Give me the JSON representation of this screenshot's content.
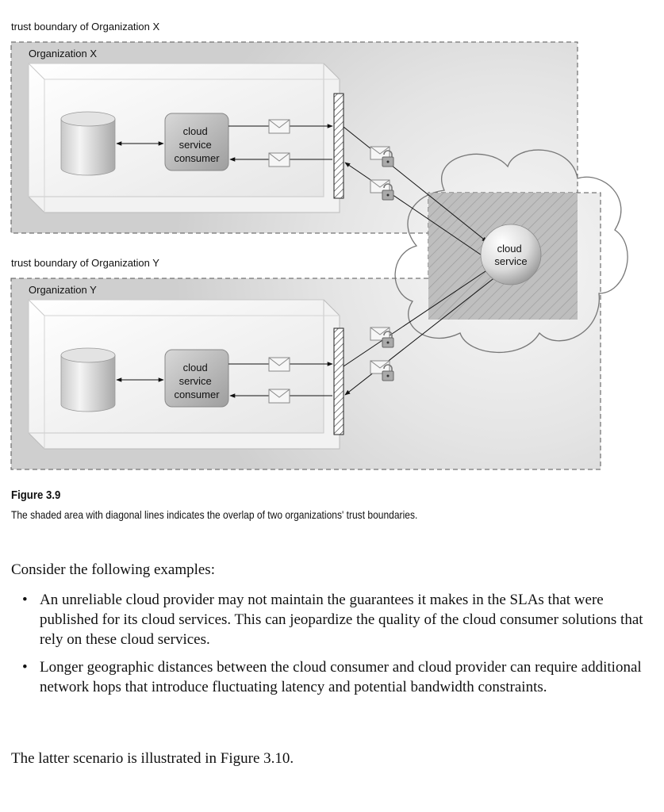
{
  "diagram": {
    "trust_x_label": "trust boundary of Organization X",
    "org_x_label": "Organization X",
    "trust_y_label": "trust boundary of Organization Y",
    "org_y_label": "Organization Y",
    "consumer_line1": "cloud",
    "consumer_line2": "service",
    "consumer_line3": "consumer",
    "service_line1": "cloud",
    "service_line2": "service"
  },
  "figure": {
    "title": "Figure 3.9",
    "caption": "The shaded area with diagonal lines indicates the overlap of two organizations' trust boundaries."
  },
  "body": {
    "intro": "Consider the following examples:",
    "bullets": [
      "An unreliable cloud provider may not maintain the guarantees it makes in the SLAs that were published for its cloud services. This can jeopardize the quality of the cloud consumer solutions that rely on these cloud services.",
      "Longer geographic distances between the cloud consumer and cloud provider can require additional network hops that introduce fluctuating latency and potential bandwidth constraints."
    ],
    "closing": "The latter scenario is illustrated in Figure 3.10."
  }
}
